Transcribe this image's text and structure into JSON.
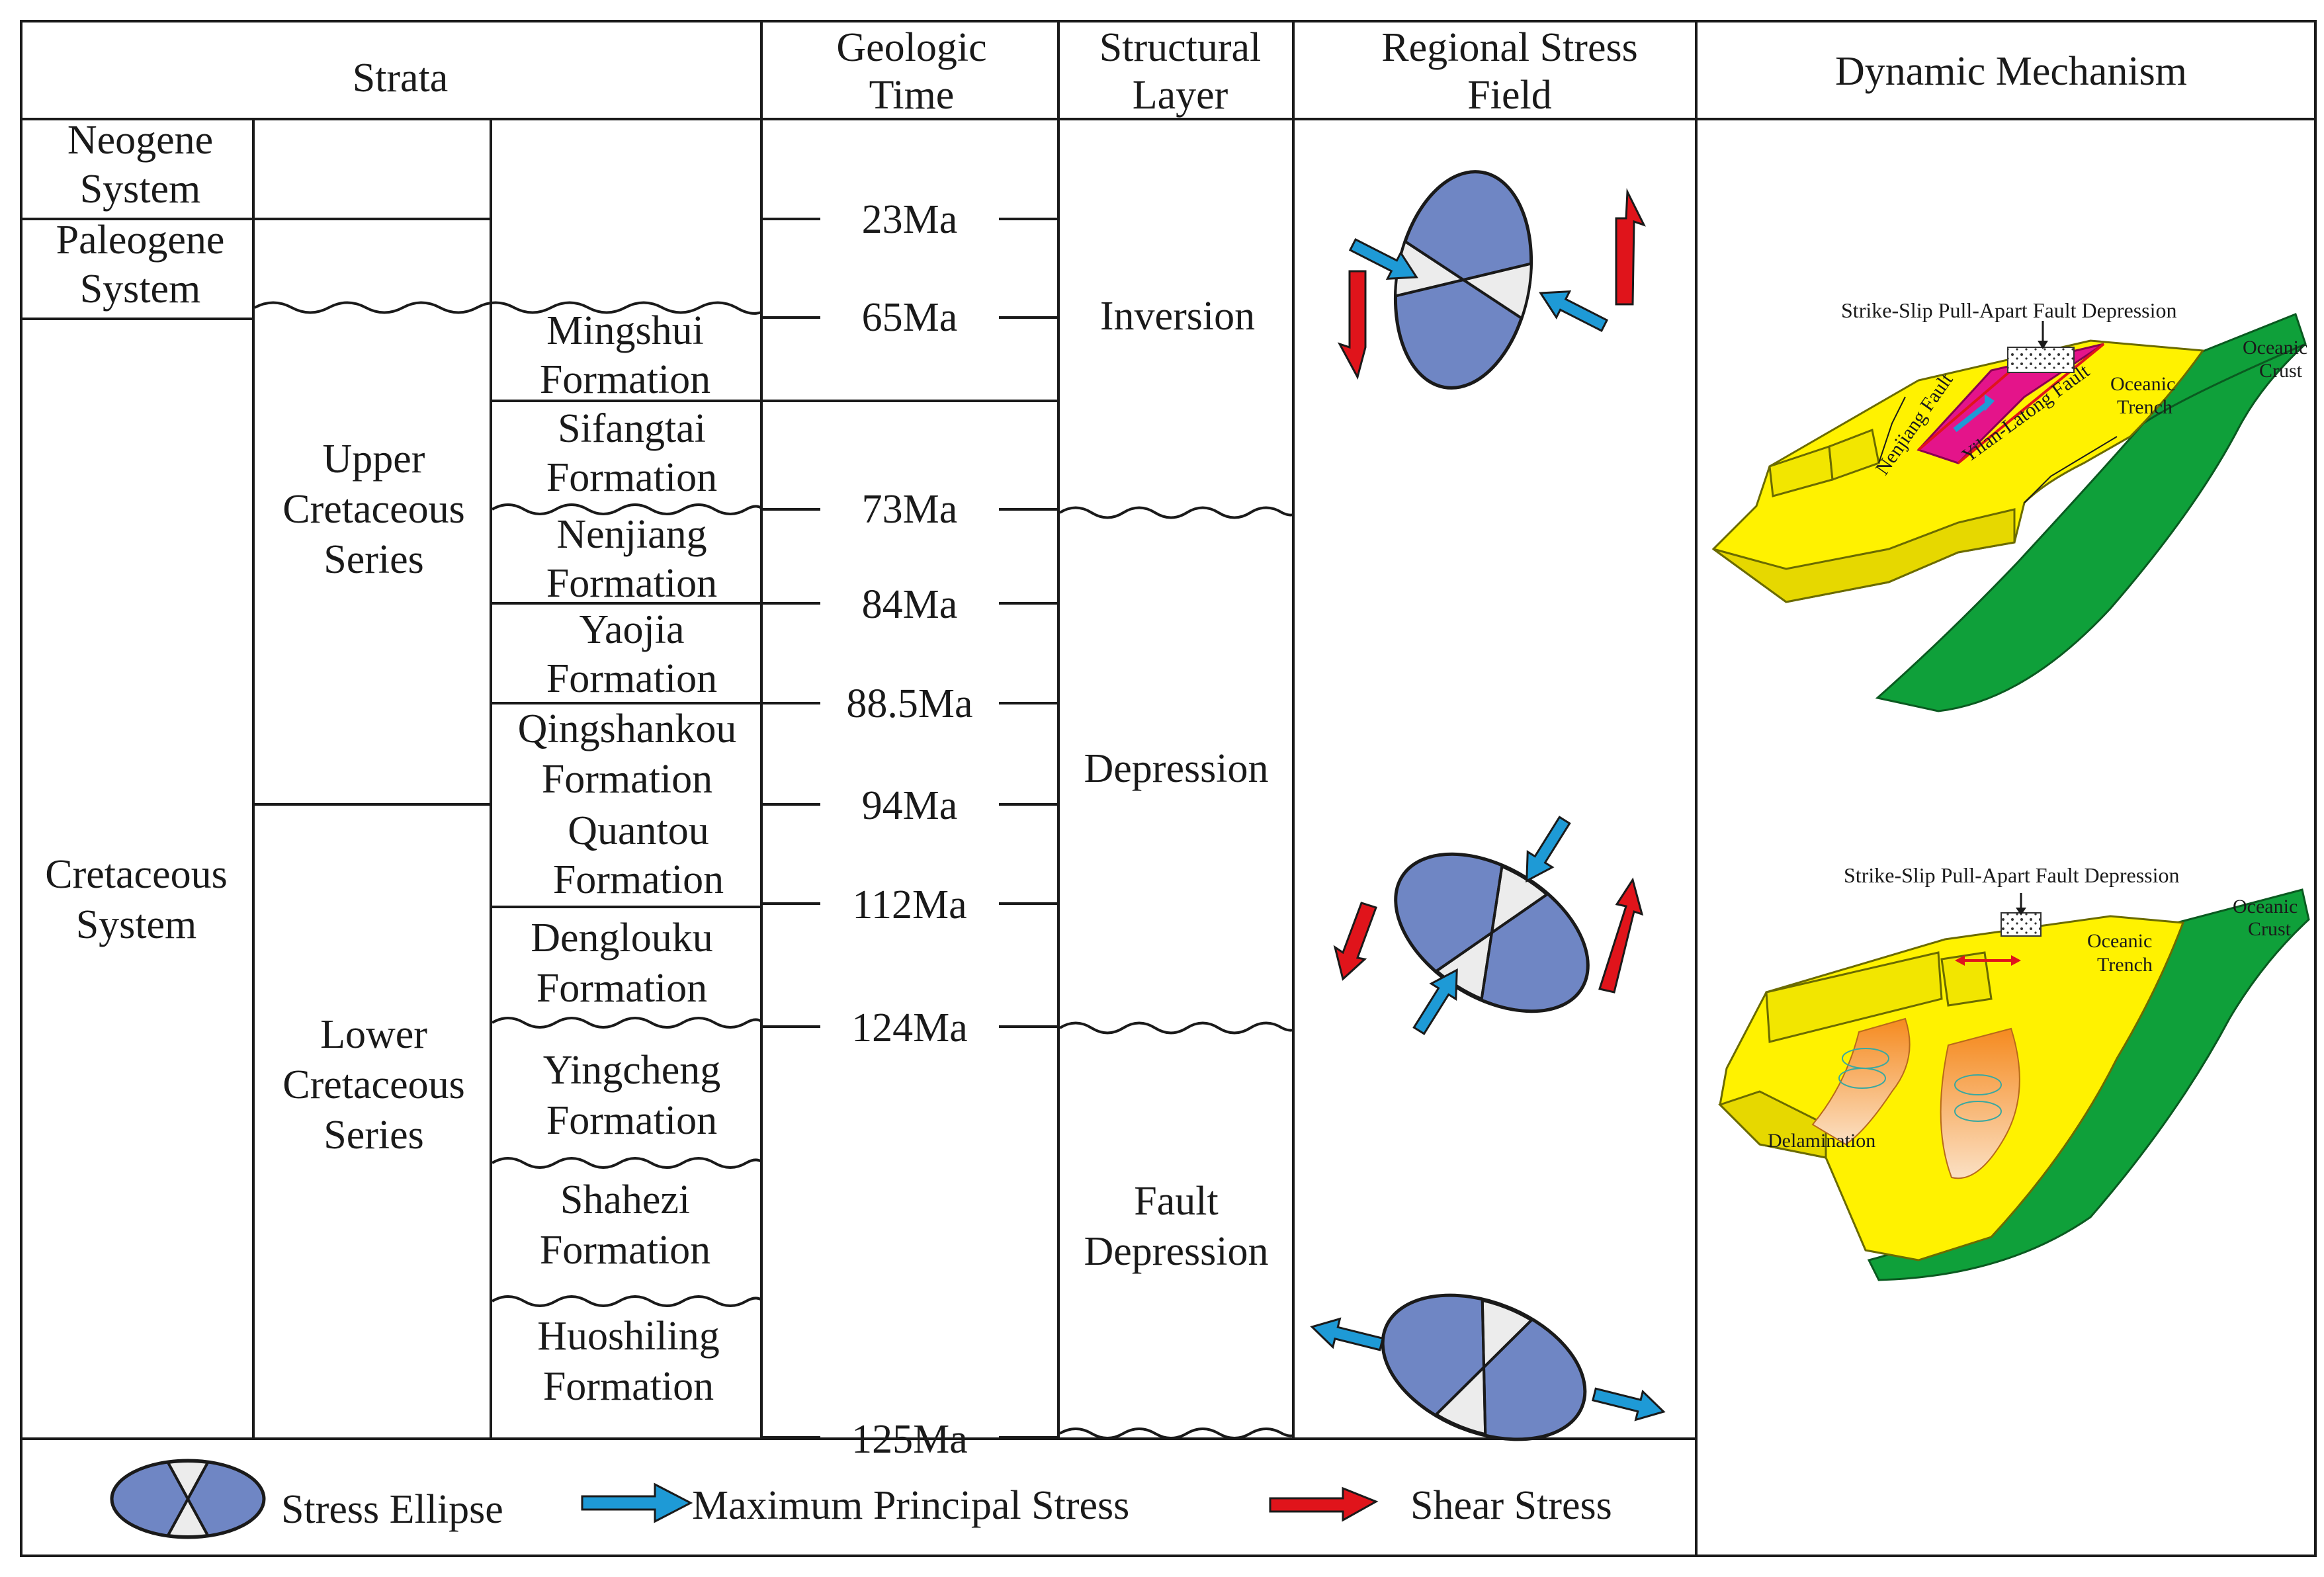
{
  "headers": {
    "strata": "Strata",
    "geologic_time": [
      "Geologic",
      "Time"
    ],
    "structural_layer": [
      "Structural",
      "Layer"
    ],
    "stress_field": [
      "Regional Stress",
      "Field"
    ],
    "mechanism": "Dynamic Mechanism"
  },
  "systems": [
    [
      "Neogene",
      "System"
    ],
    [
      "Paleogene",
      "System"
    ],
    [
      "Cretaceous",
      "System"
    ]
  ],
  "series": [
    [
      "Upper",
      "Cretaceous",
      "Series"
    ],
    [
      "Lower",
      "Cretaceous",
      "Series"
    ]
  ],
  "formations": [
    [
      "Mingshui",
      "Formation"
    ],
    [
      "Sifangtai",
      "Formation"
    ],
    [
      "Nenjiang",
      "Formation"
    ],
    [
      "Yaojia",
      "Formation"
    ],
    [
      "Qingshankou",
      "Formation"
    ],
    [
      "Quantou",
      "Formation"
    ],
    [
      "Denglouku",
      "Formation"
    ],
    [
      "Yingcheng",
      "Formation"
    ],
    [
      "Shahezi",
      "Formation"
    ],
    [
      "Huoshiling",
      "Formation"
    ]
  ],
  "ages": [
    "23Ma",
    "65Ma",
    "73Ma",
    "84Ma",
    "88.5Ma",
    "94Ma",
    "112Ma",
    "124Ma",
    "125Ma"
  ],
  "structural_layers": [
    [
      "Inversion"
    ],
    [
      "Depression"
    ],
    [
      "Fault",
      "Depression"
    ]
  ],
  "mechanism_labels": {
    "title_top": "Strike-Slip Pull-Apart Fault Depression",
    "title_bottom": "Strike-Slip Pull-Apart Fault Depression",
    "nenjiang_fault": "Nenjiang Fault",
    "yilan_fault": "Yilan-Latong Fault",
    "oceanic_crust": [
      "Oceanic",
      "Crust"
    ],
    "oceanic_trench": [
      "Oceanic",
      "Trench"
    ],
    "delamination": "Delamination"
  },
  "legend": {
    "ellipse": "Stress Ellipse",
    "max_stress": "Maximum Principal Stress",
    "shear": "Shear Stress"
  },
  "colors": {
    "ellipse_blue": "#6f86c4",
    "ellipse_gray": "#ececec",
    "arrow_blue": "#1e9ad6",
    "arrow_red": "#e0141b",
    "plate_yellow": "#fff200",
    "crust_green": "#0fa03a",
    "pull_apart_magenta": "#e4148a"
  }
}
